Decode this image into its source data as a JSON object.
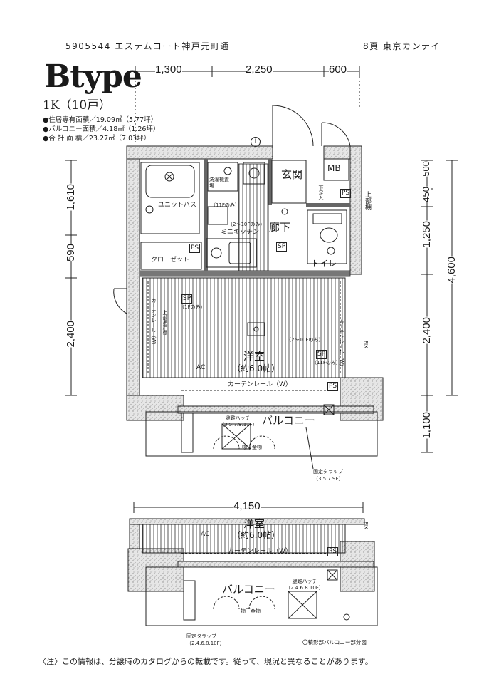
{
  "header": {
    "property_code": "5905544 エステムコート神戸元町通",
    "page_info": "8頁 東京カンテイ"
  },
  "plan": {
    "type_title": "Btype",
    "layout_label": "1K（10戸）",
    "area_lines": [
      "●住居専有面積／19.09㎡（5.77坪）",
      "●バルコニー面積／4.18㎡（1.26坪）",
      "●合 計 面 積／23.27㎡（7.03坪）"
    ]
  },
  "dimensions": {
    "top": [
      "1,300",
      "2,250",
      "600"
    ],
    "left": [
      "1,610",
      "590",
      "2,400"
    ],
    "right": [
      "500",
      "450",
      "1,250",
      "2,400",
      "1,100"
    ],
    "right_total": "4,600",
    "bottom_total": "4,150"
  },
  "rooms": {
    "entrance": "玄関",
    "mb": "MB",
    "shoe_box": "下足入",
    "upper_cabinet": "上部棚",
    "ps": "PS",
    "unit_bath": "ユニットバス",
    "washing_machine": "洗濯機置場",
    "mini_kitchen": "ミニキッチン",
    "corridor": "廊下",
    "toilet": "トイレ",
    "closet": "クローゼット",
    "western_room": "洋室",
    "western_room_size": "（約6.0帖）",
    "curtain_rail": "カーテンレール（W）",
    "curtain_rail_left": "カーテンレール（W）",
    "upper_door_cabinet": "上部吊戸棚",
    "curtain_rail_right": "カーテンレール（W）",
    "fix": "FIX",
    "balcony": "バルコニー",
    "laundry_hardware": "物干金物",
    "ac": "AC",
    "sp": "SP",
    "circle_i": "I",
    "small_note_11f": "（11Fのみ）",
    "small_note_2_10f": "（2～10Fのみ）",
    "small_note_1f": "（1Fのみ）"
  },
  "callouts": {
    "hatch_a": "避難ハッチ（3.5.7.9.11F）",
    "trap_a": "固定タラップ（3.5.7.9F）",
    "hatch_b": "避難ハッチ（2.4.6.8.10F）",
    "trap_b": "固定タラップ（2.4.6.8.10F）"
  },
  "footer": {
    "balcony_credit": "〇積影部バルコニー部分図",
    "disclaimer": "〈注〉この情報は、分譲時のカタログからの転載です。従って、現況と異なることがあります。"
  }
}
